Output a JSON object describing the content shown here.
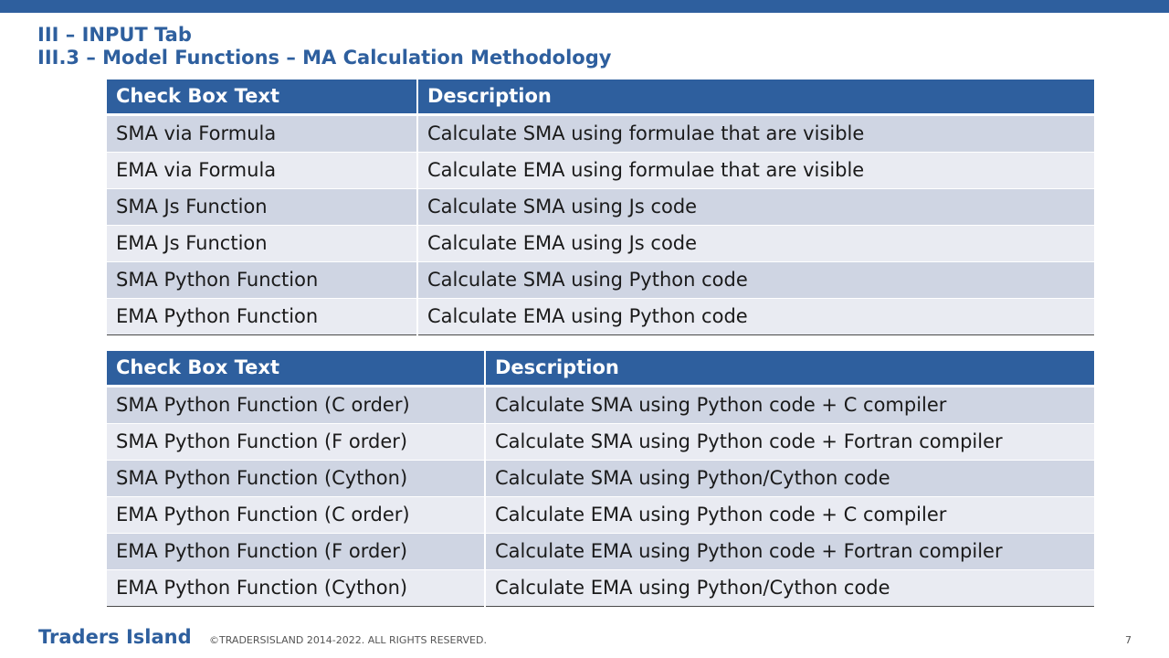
{
  "header": {
    "title_line1": "III – INPUT Tab",
    "title_line2": "III.3 – Model Functions – MA Calculation Methodology"
  },
  "table1": {
    "headers": [
      "Check Box Text",
      "Description"
    ],
    "rows": [
      [
        "SMA via Formula",
        "Calculate SMA using formulae that are visible"
      ],
      [
        "EMA via Formula",
        "Calculate EMA using formulae that are visible"
      ],
      [
        "SMA Js Function",
        "Calculate SMA using Js code"
      ],
      [
        "EMA Js Function",
        "Calculate EMA using Js code"
      ],
      [
        "SMA Python Function",
        "Calculate SMA using Python code"
      ],
      [
        "EMA Python Function",
        "Calculate EMA using Python code"
      ]
    ]
  },
  "table2": {
    "headers": [
      "Check Box Text",
      "Description"
    ],
    "rows": [
      [
        "SMA Python Function (C order)",
        "Calculate SMA using Python code + C compiler"
      ],
      [
        "SMA Python Function (F order)",
        "Calculate SMA using Python code + Fortran compiler"
      ],
      [
        "SMA Python Function (Cython)",
        "Calculate SMA using Python/Cython code"
      ],
      [
        "EMA Python Function (C order)",
        "Calculate EMA using Python code + C compiler"
      ],
      [
        "EMA Python Function (F order)",
        "Calculate EMA using Python code + Fortran compiler"
      ],
      [
        "EMA Python Function (Cython)",
        "Calculate EMA using Python/Cython code"
      ]
    ]
  },
  "footer": {
    "logo": "Traders Island",
    "copyright": "©TRADERSISLAND 2014-2022. ALL RIGHTS RESERVED.",
    "page_number": "7"
  },
  "colors": {
    "accent": "#2e5f9e",
    "row_odd": "#cfd5e3",
    "row_even": "#e9ebf2"
  }
}
